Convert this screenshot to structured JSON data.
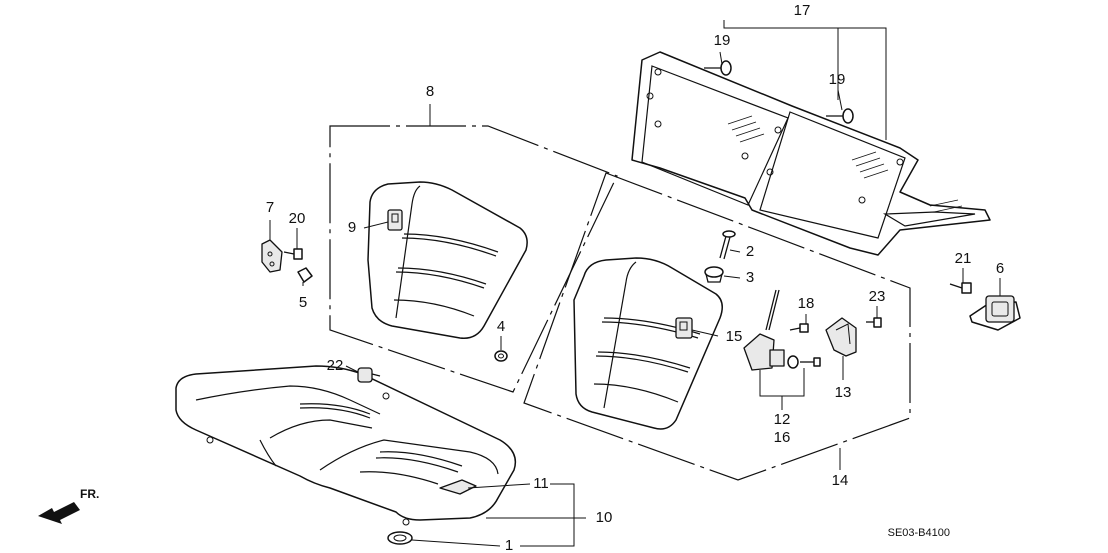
{
  "diagram": {
    "code": "SE03-B4100",
    "direction_label": "FR.",
    "callouts": [
      {
        "id": "17",
        "text": "17"
      },
      {
        "id": "19a",
        "text": "19"
      },
      {
        "id": "19b",
        "text": "19"
      },
      {
        "id": "8",
        "text": "8"
      },
      {
        "id": "7",
        "text": "7"
      },
      {
        "id": "20",
        "text": "20"
      },
      {
        "id": "5",
        "text": "5"
      },
      {
        "id": "9",
        "text": "9"
      },
      {
        "id": "4",
        "text": "4"
      },
      {
        "id": "2",
        "text": "2"
      },
      {
        "id": "3",
        "text": "3"
      },
      {
        "id": "15",
        "text": "15"
      },
      {
        "id": "18",
        "text": "18"
      },
      {
        "id": "23",
        "text": "23"
      },
      {
        "id": "21",
        "text": "21"
      },
      {
        "id": "6",
        "text": "6"
      },
      {
        "id": "13",
        "text": "13"
      },
      {
        "id": "12",
        "text": "12"
      },
      {
        "id": "16",
        "text": "16"
      },
      {
        "id": "14",
        "text": "14"
      },
      {
        "id": "22",
        "text": "22"
      },
      {
        "id": "11",
        "text": "11"
      },
      {
        "id": "10",
        "text": "10"
      },
      {
        "id": "1",
        "text": "1"
      }
    ]
  }
}
